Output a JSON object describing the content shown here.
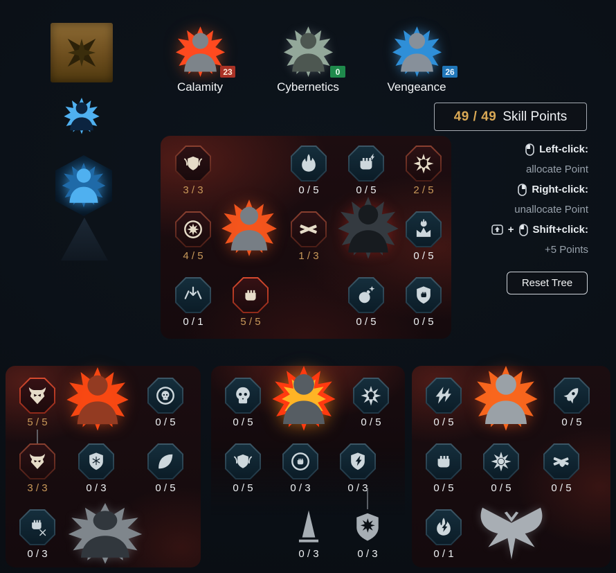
{
  "sidebar": {
    "crest_icon": "chaos-star-crest",
    "tree_icons": [
      "class-banner",
      "class-node",
      "empty-slot"
    ]
  },
  "tabs": [
    {
      "label": "Calamity",
      "points": "23"
    },
    {
      "label": "Cybernetics",
      "points": "0"
    },
    {
      "label": "Vengeance",
      "points": "26"
    }
  ],
  "skill_points": {
    "value": "49 / 49",
    "label": "Skill Points"
  },
  "legend": {
    "lines": [
      {
        "icon": "mouse-left",
        "label": "Left-click:",
        "effect": "allocate Point"
      },
      {
        "icon": "mouse-right",
        "label": "Right-click:",
        "effect": "unallocate Point"
      },
      {
        "icon": "shift-key-plus-mouse",
        "prefix": "+",
        "label": "Shift+click:",
        "effect": "+5 Points"
      }
    ]
  },
  "reset_button_label": "Reset Tree",
  "trees": {
    "center": {
      "tiles": [
        {
          "icon": "winged-shield",
          "count": "3 / 3"
        },
        {
          "icon": "flame",
          "count": "0 / 5"
        },
        {
          "icon": "power-fist",
          "count": "0 / 5"
        },
        {
          "icon": "spiked-shield",
          "count": "2 / 5"
        },
        {
          "icon": "frenzy-burst",
          "count": "4 / 5"
        },
        {
          "icon": "crossed-guns",
          "count": "1 / 3"
        },
        {
          "icon": "crowned-flame",
          "count": "0 / 5"
        },
        {
          "icon": "scatter-arrows",
          "count": "0 / 1"
        },
        {
          "icon": "gauntlet",
          "count": "5 / 5"
        },
        {
          "icon": "bomb",
          "count": "0 / 5"
        },
        {
          "icon": "shield-fist",
          "count": "0 / 5"
        }
      ]
    },
    "bottom_left": {
      "tiles": [
        {
          "icon": "demon-face",
          "count": "5 / 5"
        },
        {
          "icon": "skull-ring",
          "count": "0 / 5"
        },
        {
          "icon": "demon-horns",
          "count": "3 / 3"
        },
        {
          "icon": "frost-shield",
          "count": "0 / 3"
        },
        {
          "icon": "leaf-burst",
          "count": "0 / 5"
        },
        {
          "icon": "fist-x",
          "count": "0 / 3"
        }
      ]
    },
    "bottom_middle": {
      "tiles": [
        {
          "icon": "skull",
          "count": "0 / 5"
        },
        {
          "icon": "spiked-skull",
          "count": "0 / 5"
        },
        {
          "icon": "winged-shield",
          "count": "0 / 5"
        },
        {
          "icon": "fist-ring",
          "count": "0 / 3"
        },
        {
          "icon": "cracked-shield",
          "count": "0 / 3"
        },
        {
          "icon": "obelisk",
          "count": "0 / 3"
        },
        {
          "icon": "shield-star",
          "count": "0 / 3"
        }
      ]
    },
    "bottom_right": {
      "tiles": [
        {
          "icon": "twin-bolts",
          "count": "0 / 5"
        },
        {
          "icon": "rocket",
          "count": "0 / 5"
        },
        {
          "icon": "fist",
          "count": "0 / 5"
        },
        {
          "icon": "spiked-star",
          "count": "0 / 5"
        },
        {
          "icon": "gun-shield",
          "count": "0 / 5"
        },
        {
          "icon": "flame-strike",
          "count": "0 / 1"
        }
      ]
    }
  },
  "colors": {
    "gold_accent": "#c9995a",
    "allocated_red": "#b03828",
    "badge_calamity": "#a93226",
    "badge_cybernetics": "#1f8a4c",
    "badge_vengeance": "#2076b8",
    "unallocated_tile": "#152e3c"
  }
}
